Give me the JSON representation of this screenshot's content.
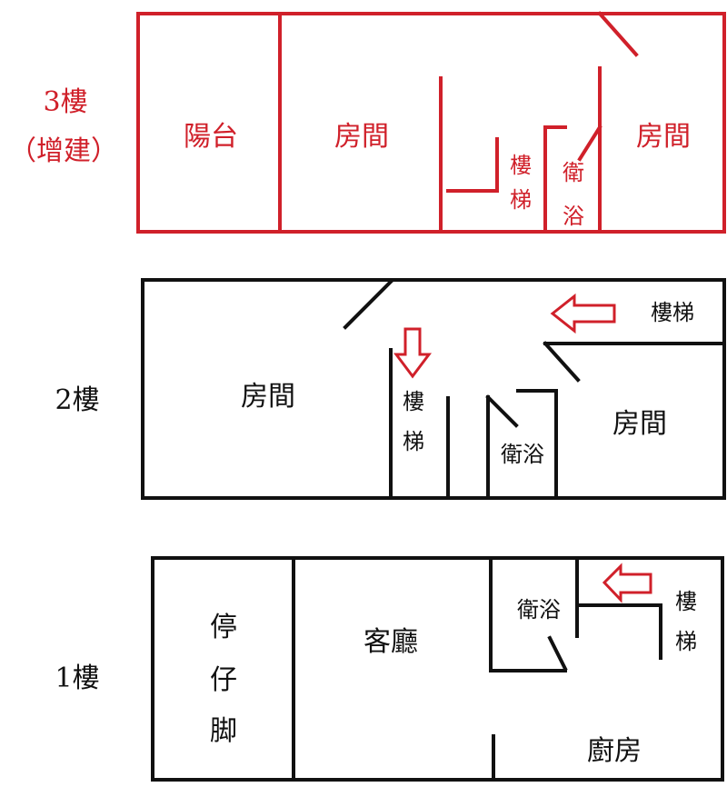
{
  "colors": {
    "addition": "#d0202a",
    "wall": "#111111",
    "arrow": "#d0202a"
  },
  "floor3": {
    "label": "3樓",
    "note": "（增建）",
    "rooms": {
      "balcony": "陽台",
      "room_left": "房間",
      "stairs_1": "樓",
      "stairs_2": "梯",
      "bath_1": "衛",
      "bath_2": "浴",
      "room_right": "房間"
    }
  },
  "floor2": {
    "label": "2樓",
    "rooms": {
      "room_left": "房間",
      "stairs_top": "樓梯",
      "stairs_1": "樓",
      "stairs_2": "梯",
      "bath": "衛浴",
      "room_right": "房間"
    }
  },
  "floor1": {
    "label": "1樓",
    "rooms": {
      "parking_1": "停",
      "parking_2": "仔",
      "parking_3": "脚",
      "living": "客廳",
      "bath": "衛浴",
      "stairs_1": "樓",
      "stairs_2": "梯",
      "kitchen": "廚房"
    }
  }
}
